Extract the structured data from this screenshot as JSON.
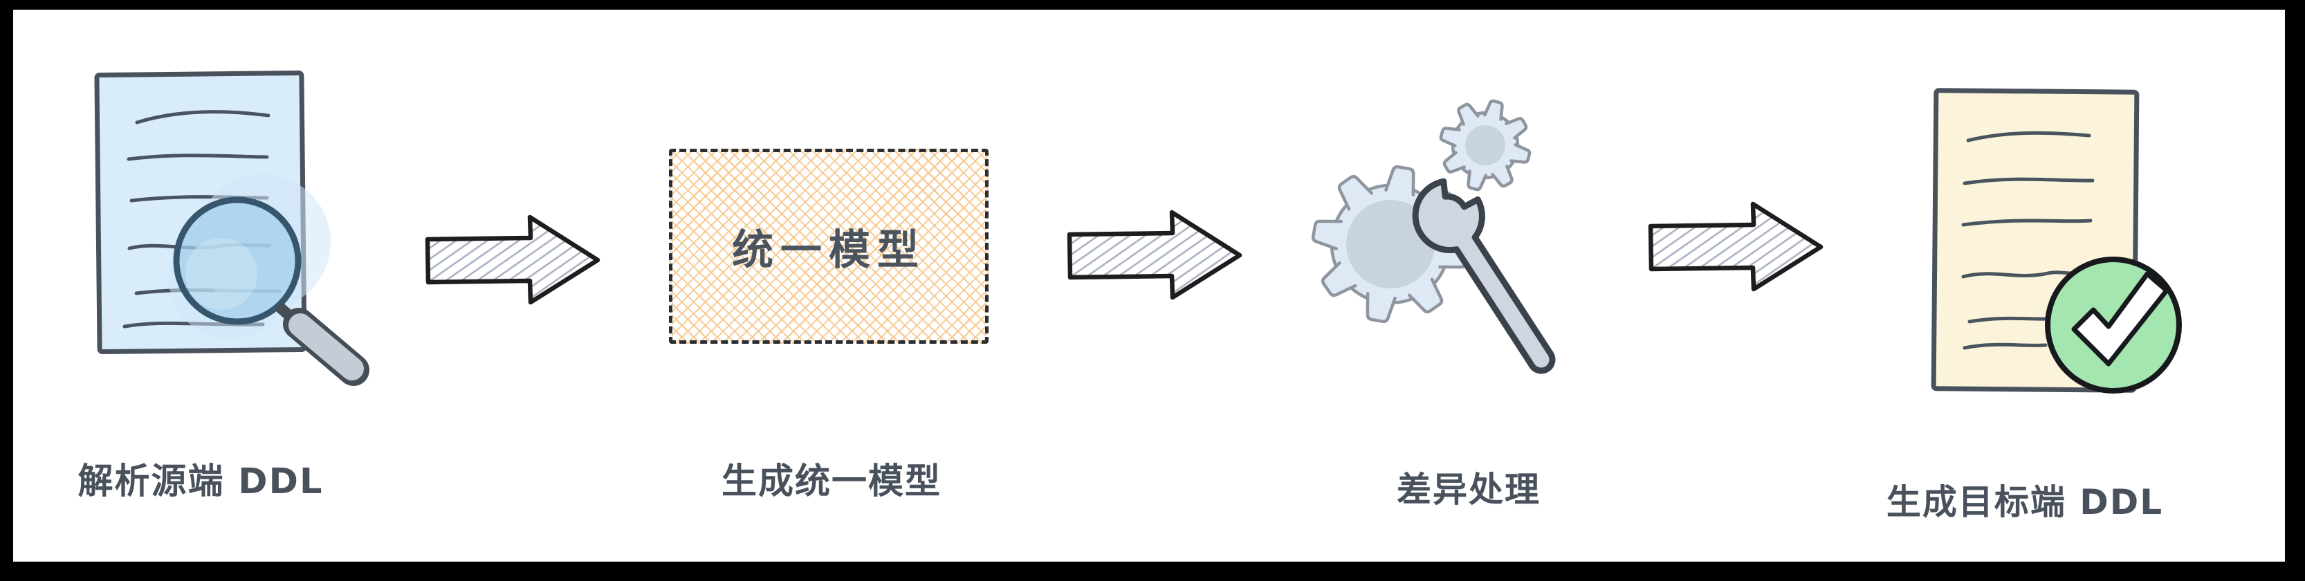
{
  "diagram": {
    "type": "flow",
    "background": "#ffffff",
    "frame_color": "#000000",
    "steps": [
      {
        "label": "解析源端 DDL",
        "icon": "document-magnifier"
      },
      {
        "label": "生成统一模型",
        "icon": "dashed-box",
        "box_text": "统一模型"
      },
      {
        "label": "差异处理",
        "icon": "gears-wrench"
      },
      {
        "label": "生成目标端 DDL",
        "icon": "document-check"
      }
    ],
    "arrow_count": 3,
    "colors": {
      "label_text": "#49525c",
      "source_doc_fill": "#d9ecfa",
      "doc_outline": "#49525c",
      "doc_line": "#4a545e",
      "lens_rim": "#35566d",
      "lens_fill": "#8cc3e6",
      "lens_halo": "#cfe6f7",
      "handle_fill": "#c5ccd6",
      "handle_outline": "#454d57",
      "model_box_hatch": "#f6c68b",
      "model_box_border": "#2a2e33",
      "model_box_text": "#4b535d",
      "gear_fill": "#dfe9f6",
      "gear_inner": "#c9d3e0",
      "gear_outline": "#8e959e",
      "wrench_fill": "#cfd6df",
      "wrench_outline": "#3a424c",
      "target_doc_fill": "#fbf4da",
      "badge_green": "#a3e6af",
      "badge_outline": "#17191c",
      "check_fill": "#ffffff",
      "arrow_outline": "#1d1d1d",
      "arrow_hatch": "#a9b2c1"
    }
  }
}
